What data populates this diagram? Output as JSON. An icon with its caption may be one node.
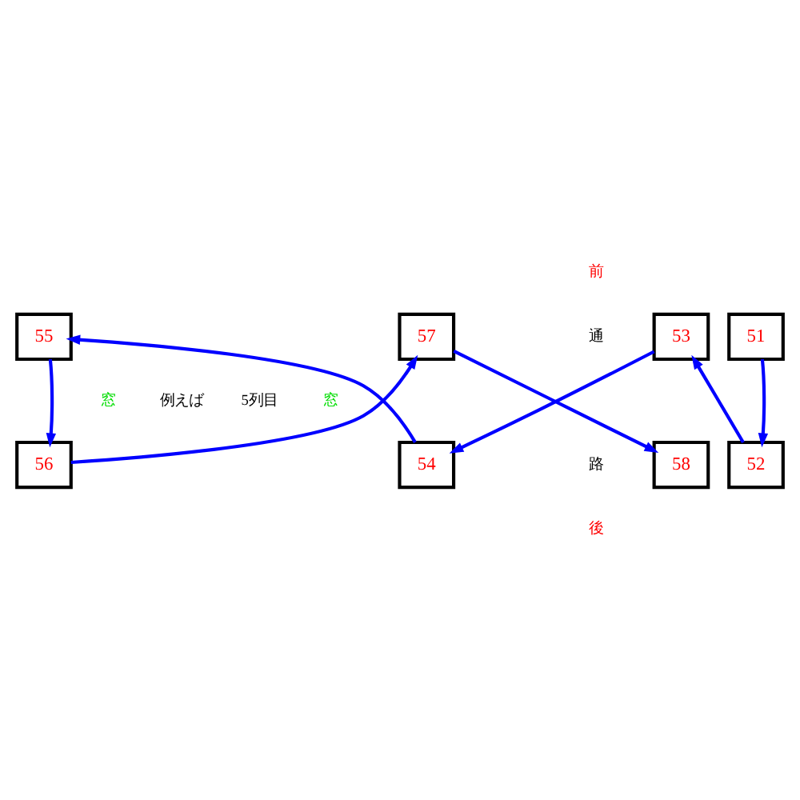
{
  "diagram": {
    "nodes": [
      {
        "text": [
          "55"
        ]
      },
      {
        "text": [
          "57"
        ]
      },
      {
        "text": [
          "53"
        ]
      },
      {
        "text": [
          "51"
        ]
      },
      {
        "text": [
          "56"
        ]
      },
      {
        "text": [
          "54"
        ]
      },
      {
        "text": [
          "58"
        ]
      },
      {
        "text": [
          "52"
        ]
      }
    ],
    "edges": [
      {
        "from": 3,
        "to": 7,
        "arrow": "to"
      },
      {
        "from": 7,
        "to": 2,
        "arrow": "to"
      },
      {
        "from": 2,
        "to": 5,
        "arrow": "to"
      },
      {
        "from": 5,
        "to": 0,
        "arrow": "to"
      },
      {
        "from": 0,
        "to": 4,
        "arrow": "to"
      },
      {
        "from": 4,
        "to": 1,
        "arrow": "to"
      },
      {
        "from": 1,
        "to": 6,
        "arrow": "to"
      }
    ],
    "labels": [
      "前",
      "通",
      "窓",
      "例えば",
      "5列目",
      "窓",
      "路",
      "後"
    ]
  }
}
